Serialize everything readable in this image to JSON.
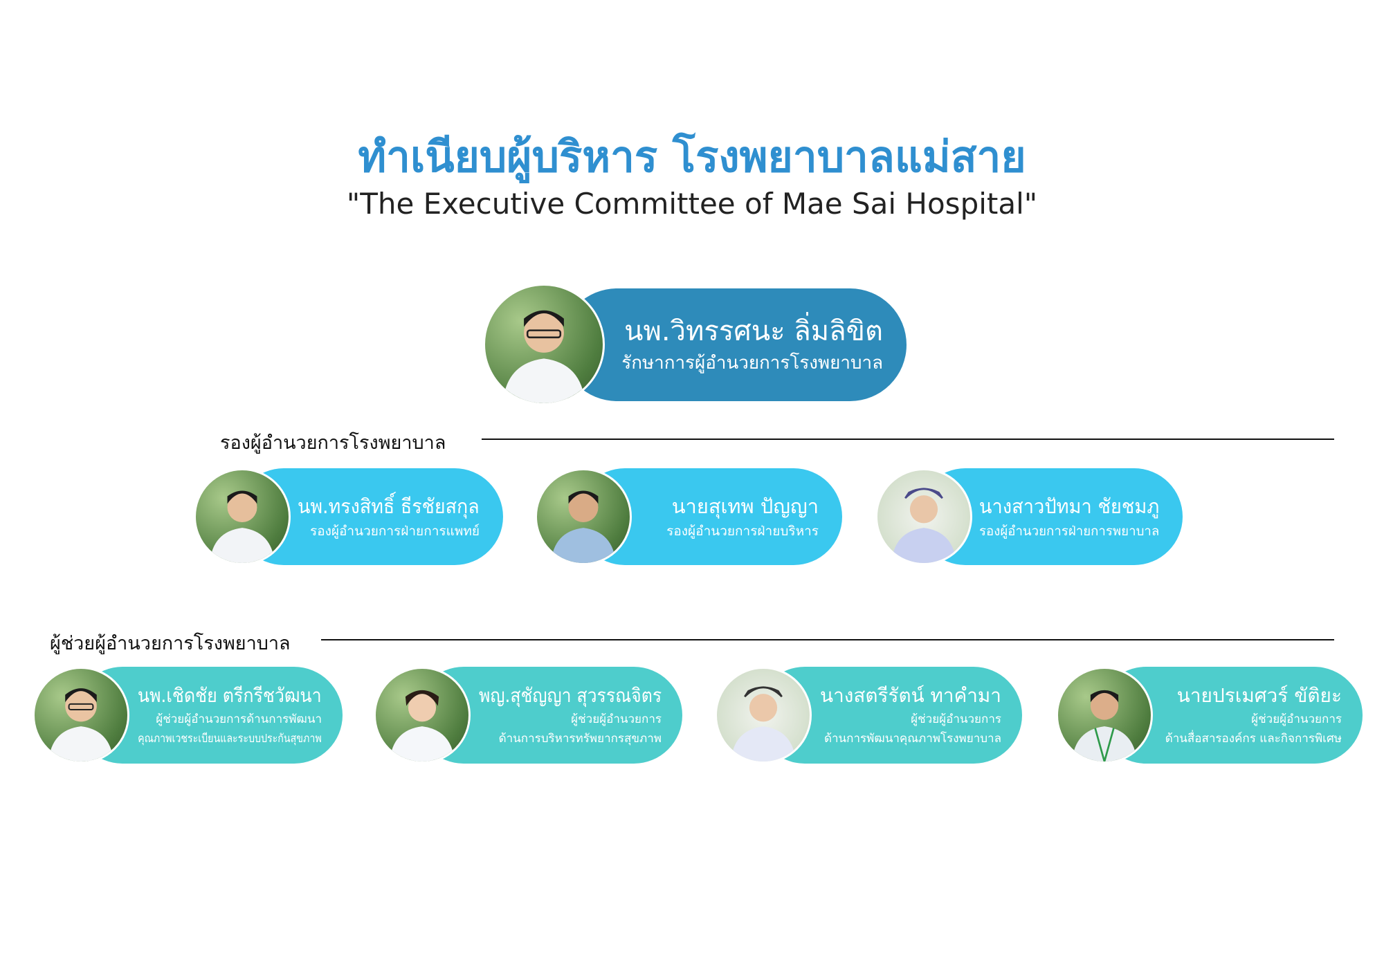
{
  "header": {
    "title": "ทำเนียบผู้บริหาร โรงพยาบาลแม่สาย",
    "subtitle": "\"The Executive Committee of Mae Sai Hospital\""
  },
  "colors": {
    "title": "#2f8fd0",
    "director_pill": "#2e8bba",
    "deputy_pill": "#3ac8ef",
    "assistant_pill": "#4ecdcc"
  },
  "director": {
    "name": "นพ.วิทรรศนะ ลิ่มลิขิต",
    "role": "รักษาการผู้อำนวยการโรงพยาบาล"
  },
  "deputies": {
    "section_label": "รองผู้อำนวยการโรงพยาบาล",
    "people": [
      {
        "name": "นพ.ทรงสิทธิ์ ธีรชัยสกุล",
        "role": "รองผู้อำนวยการฝ่ายการแพทย์"
      },
      {
        "name": "นายสุเทพ ปัญญา",
        "role": "รองผู้อำนวยการฝ่ายบริหาร"
      },
      {
        "name": "นางสาวปัทมา ชัยชมภู",
        "role": "รองผู้อำนวยการฝ่ายการพยาบาล"
      }
    ]
  },
  "assistants": {
    "section_label": "ผู้ช่วยผู้อำนวยการโรงพยาบาล",
    "people": [
      {
        "name": "นพ.เชิดชัย ตรีกรีชวัฒนา",
        "role_line1": "ผู้ช่วยผู้อำนวยการด้านการพัฒนา",
        "role_line2": "คุณภาพเวชระเบียนและระบบประกันสุขภาพ"
      },
      {
        "name": "พญ.สุชัญญา สุวรรณจิตร",
        "role_line1": "ผู้ช่วยผู้อำนวยการ",
        "role_line2": "ด้านการบริหารทรัพยากรสุขภาพ"
      },
      {
        "name": "นางสตรีรัตน์ ทาคำมา",
        "role_line1": "ผู้ช่วยผู้อำนวยการ",
        "role_line2": "ด้านการพัฒนาคุณภาพโรงพยาบาล"
      },
      {
        "name": "นายปรเมศวร์ ขัติยะ",
        "role_line1": "ผู้ช่วยผู้อำนวยการ",
        "role_line2": "ด้านสื่อสารองค์กร และกิจการพิเศษ"
      }
    ]
  }
}
